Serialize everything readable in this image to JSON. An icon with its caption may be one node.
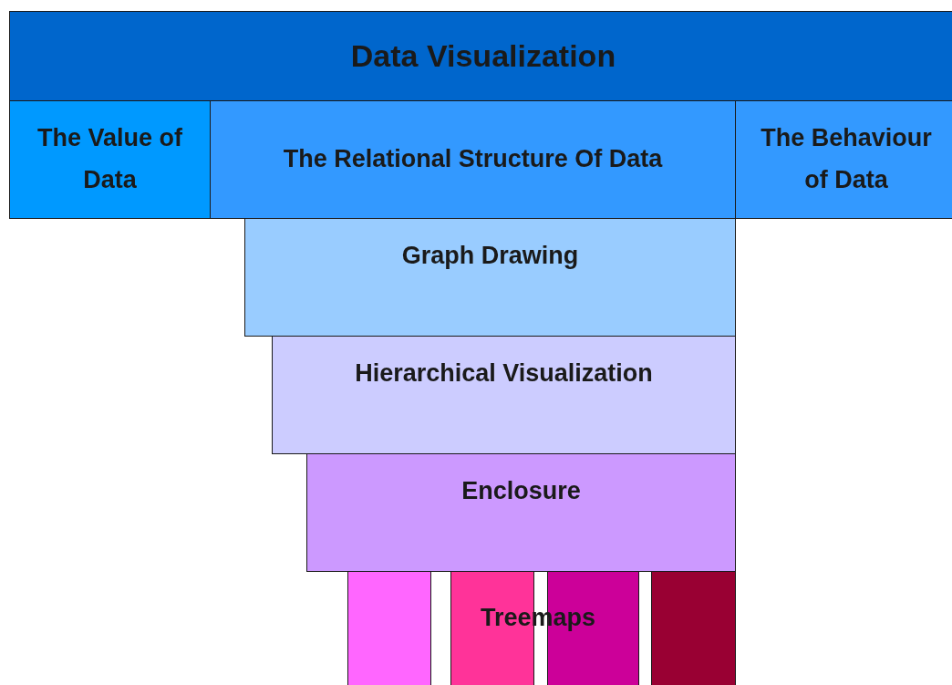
{
  "diagram": {
    "nodes": [
      {
        "text": [
          "Data Visualization"
        ]
      },
      {
        "text": [
          "The Value of Data"
        ]
      },
      {
        "text": [
          "The Relational Structure Of Data"
        ]
      },
      {
        "text": [
          "The Behaviour of Data"
        ]
      },
      {
        "text": [
          "Graph Drawing"
        ]
      },
      {
        "text": [
          "Hierarchical Visualization"
        ]
      },
      {
        "text": [
          "Enclosure"
        ]
      },
      {
        "text": [],
        "shape": "bar"
      },
      {
        "text": [],
        "shape": "bar"
      },
      {
        "text": [],
        "shape": "bar"
      },
      {
        "text": [],
        "shape": "bar"
      }
    ],
    "labels": [
      "Treemaps"
    ]
  }
}
